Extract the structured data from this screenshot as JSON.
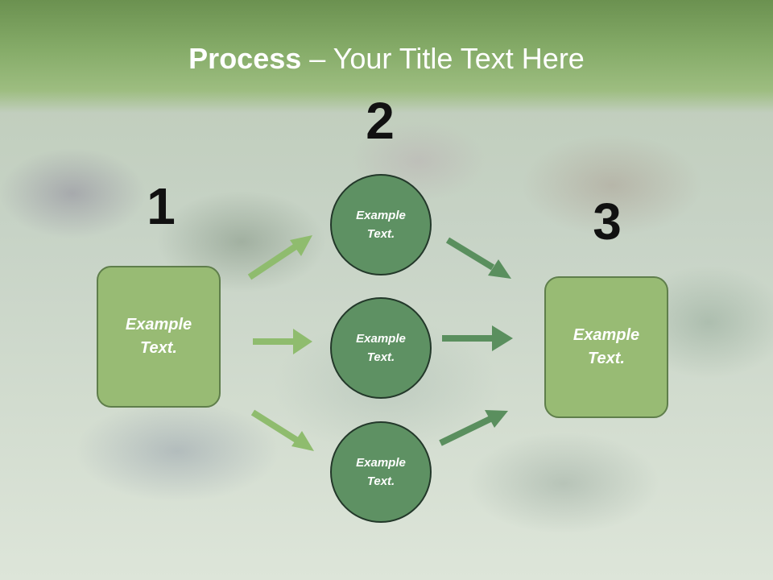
{
  "title": {
    "bold": "Process",
    "rest": " – Your Title Text Here"
  },
  "numbers": {
    "one": "1",
    "two": "2",
    "three": "3"
  },
  "boxes": {
    "left": "Example Text.",
    "right": "Example Text."
  },
  "circles": {
    "top": "Example Text.",
    "middle": "Example Text.",
    "bottom": "Example Text."
  },
  "colors": {
    "box_fill": "#98bb74",
    "circle_fill": "#5e9163",
    "arrow_light": "#8fbc6e",
    "arrow_dark": "#5a8f5e",
    "title_band": "#86ac69"
  }
}
